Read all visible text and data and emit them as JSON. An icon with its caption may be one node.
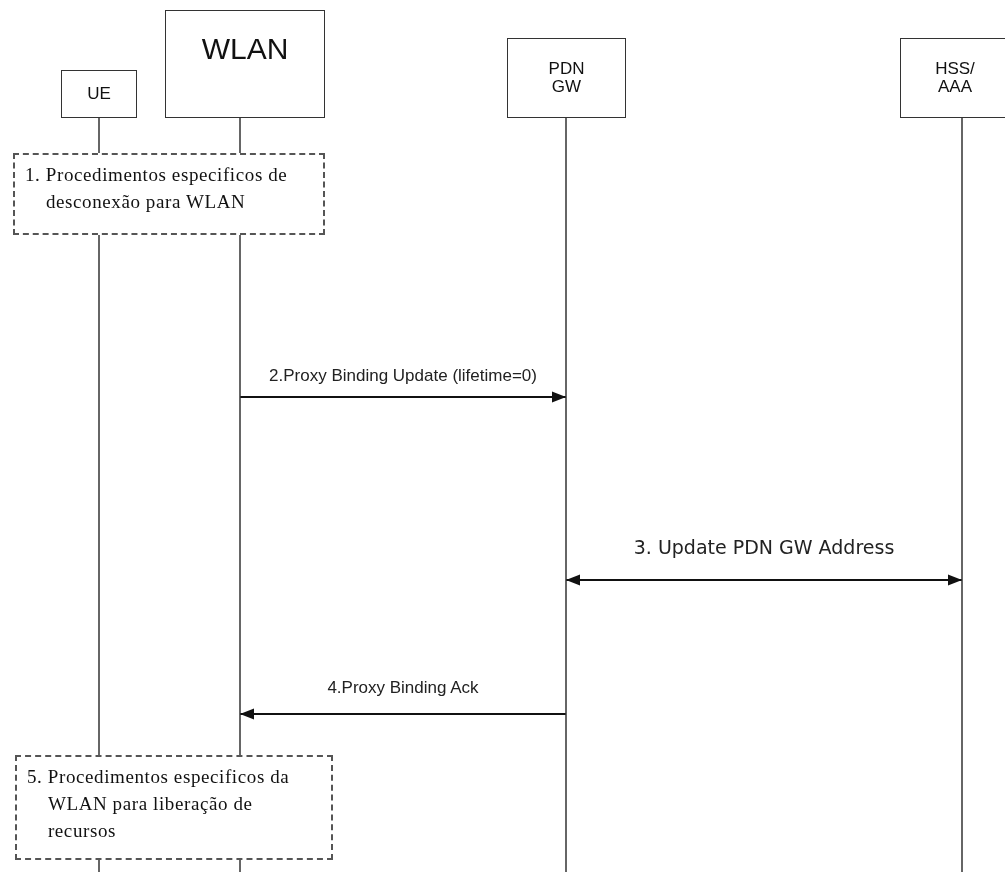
{
  "diagram": {
    "nodes": [
      {
        "text": [
          "UE"
        ]
      },
      {
        "text": [
          "WLAN"
        ]
      },
      {
        "text": [
          "PDN GW"
        ]
      },
      {
        "text": [
          "HSS/ AAA"
        ]
      },
      {
        "text": [
          "1. Procedimentos especificos de desconexão para WLAN"
        ]
      },
      {
        "text": [
          "5. Procedimentos especificos da WLAN para liberação de recursos"
        ]
      }
    ],
    "edges": [
      {
        "from": 1,
        "to": 2,
        "arrow": "to",
        "label": "2.Proxy Binding Update (lifetime=0)"
      },
      {
        "from": 2,
        "to": 3,
        "arrow": "both",
        "label": "3. Update PDN GW Address"
      },
      {
        "from": 2,
        "to": 1,
        "arrow": "to",
        "label": "4.Proxy Binding Ack"
      }
    ]
  }
}
